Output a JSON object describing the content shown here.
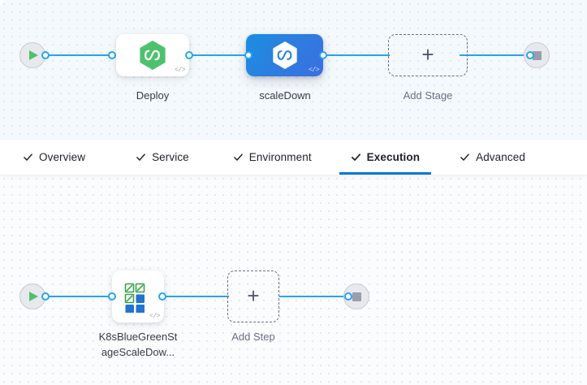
{
  "theme": {
    "accent_blue": "#0278d5",
    "edge_blue": "#24a5f0",
    "selected_node_gradient_from": "#1a8fe0",
    "selected_node_gradient_to": "#3b6fe0",
    "harness_green": "#4dc16e",
    "k8s_green": "#38a24a",
    "k8s_blue": "#1f75d0",
    "canvas_bg_top": "#f4f9fd",
    "canvas_bg_bottom": "#fbfcfd",
    "dot_grid": "#e4e8ec",
    "text_primary": "#22222a",
    "text_muted": "#6b6d85"
  },
  "stage_canvas": {
    "start_node": {
      "name": "pipeline-start",
      "icon": "play-icon"
    },
    "end_node": {
      "name": "pipeline-end",
      "icon": "stop-icon"
    },
    "nodes": [
      {
        "id": "deploy",
        "label": "Deploy",
        "icon": "harness-hexagon-icon",
        "selected": false,
        "code_badge": "</>"
      },
      {
        "id": "scaleDown",
        "label": "scaleDown",
        "icon": "harness-hexagon-icon",
        "selected": true,
        "code_badge": "</>"
      }
    ],
    "add_stage": {
      "label": "Add Stage",
      "icon": "plus-icon",
      "plus": "+"
    }
  },
  "tabs": [
    {
      "id": "overview",
      "label": "Overview",
      "icon": "check-icon",
      "active": false
    },
    {
      "id": "service",
      "label": "Service",
      "icon": "check-icon",
      "active": false
    },
    {
      "id": "environment",
      "label": "Environment",
      "icon": "check-icon",
      "active": false
    },
    {
      "id": "execution",
      "label": "Execution",
      "icon": "check-icon",
      "active": true
    },
    {
      "id": "advanced",
      "label": "Advanced",
      "icon": "check-icon",
      "active": false
    }
  ],
  "step_canvas": {
    "start_node": {
      "name": "execution-start",
      "icon": "play-icon"
    },
    "end_node": {
      "name": "execution-end",
      "icon": "stop-icon"
    },
    "nodes": [
      {
        "id": "k8sBlueGreenStageScaleDown",
        "label_line1": "K8sBlueGreenSt",
        "label_line2": "ageScaleDow...",
        "icon": "k8s-bluegreen-scaledown-icon",
        "code_badge": "</>"
      }
    ],
    "add_step": {
      "label": "Add Step",
      "icon": "plus-icon",
      "plus": "+"
    }
  }
}
